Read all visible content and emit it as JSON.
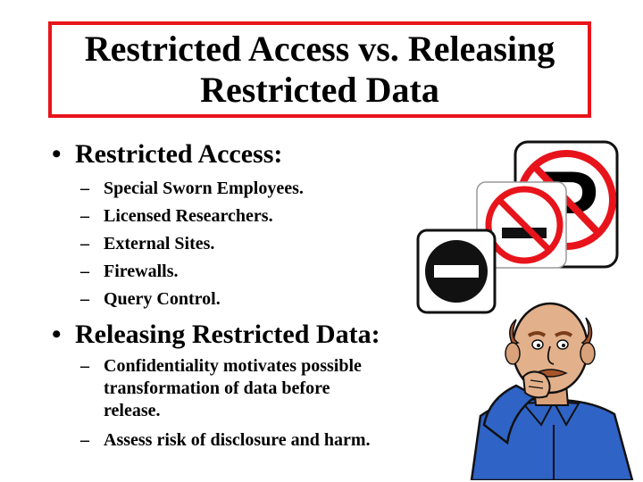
{
  "slide": {
    "title_line1": "Restricted Access vs. Releasing",
    "title_line2": "Restricted Data",
    "section1": {
      "bullet": "•",
      "heading": "Restricted Access:",
      "dash": "–",
      "items": [
        "Special Sworn Employees.",
        "Licensed Researchers.",
        "External Sites.",
        "Firewalls.",
        "Query Control."
      ]
    },
    "section2": {
      "bullet": "•",
      "heading": "Releasing Restricted Data:",
      "dash": "–",
      "item1_lines": [
        "Confidentiality motivates possible",
        "transformation of data before",
        "release."
      ],
      "item2": "Assess risk of disclosure and harm."
    }
  },
  "icons": {
    "no_parking_sign": "no-parking-sign-icon",
    "no_entry_sign": "no-entry-sign-icon",
    "thinking_man": "thinking-man-clipart"
  },
  "colors": {
    "title_border": "#e8141b",
    "prohibition_red": "#e8141b",
    "shirt_blue": "#2f63c6"
  }
}
